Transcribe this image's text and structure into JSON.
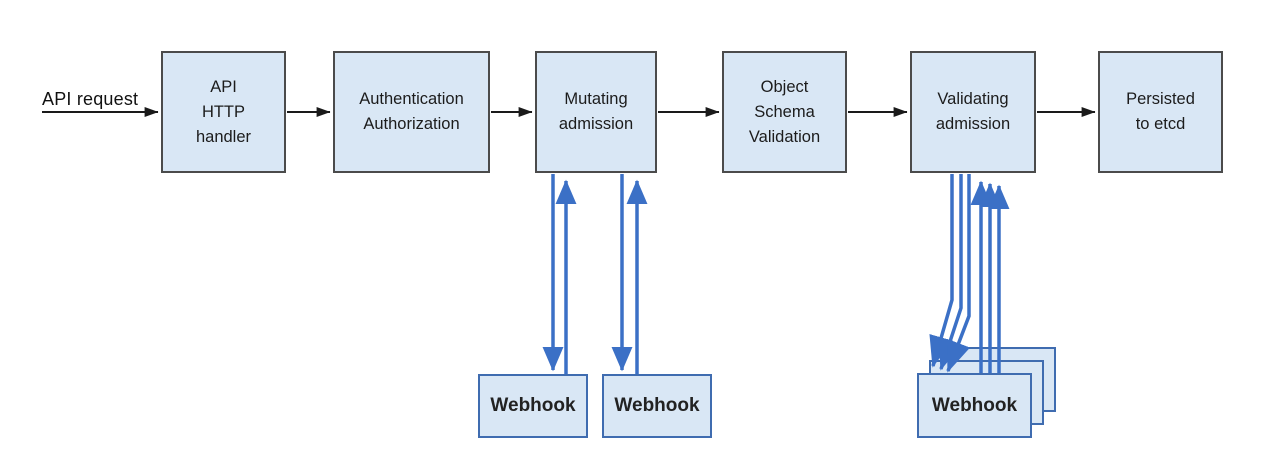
{
  "labels": {
    "api_request": "API request"
  },
  "flow_nodes": [
    {
      "id": "api-http-handler",
      "label": "API\nHTTP\nhandler"
    },
    {
      "id": "authentication-authorization",
      "label": "Authentication\nAuthorization"
    },
    {
      "id": "mutating-admission",
      "label": "Mutating\nadmission"
    },
    {
      "id": "object-schema-validation",
      "label": "Object\nSchema\nValidation"
    },
    {
      "id": "validating-admission",
      "label": "Validating\nadmission"
    },
    {
      "id": "persisted-to-etcd",
      "label": "Persisted\nto etcd"
    }
  ],
  "webhooks": {
    "mutating": {
      "count": 2,
      "label": "Webhook"
    },
    "validating": {
      "count": 3,
      "label": "Webhook",
      "stacked": true
    }
  },
  "colors": {
    "node_fill": "#d9e7f5",
    "node_border": "#4b4b4b",
    "webhook_border": "#3f6cb0",
    "arrow_black": "#1a1a1a",
    "arrow_blue": "#3b70c6"
  }
}
